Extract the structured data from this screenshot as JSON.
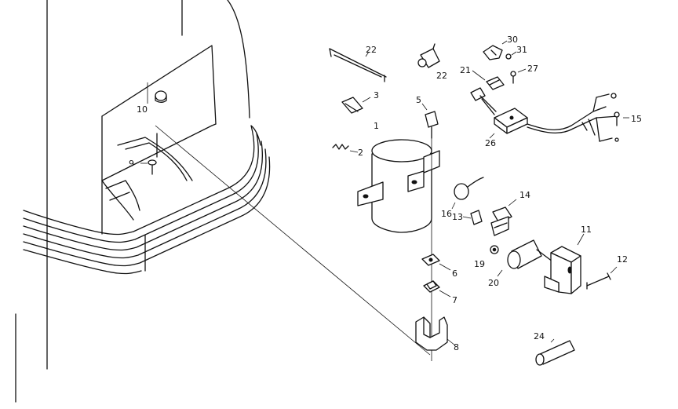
{
  "callouts": {
    "c1": "1",
    "c2": "2",
    "c3": "3",
    "c5": "5",
    "c6": "6",
    "c7": "7",
    "c8": "8",
    "c9": "9",
    "c10": "10",
    "c11": "11",
    "c12": "12",
    "c13": "13",
    "c14": "14",
    "c15": "15",
    "c16": "16",
    "c19": "19",
    "c20": "20",
    "c21": "21",
    "c22a": "22",
    "c22b": "22",
    "c24": "24",
    "c26": "26",
    "c27": "27",
    "c30": "30",
    "c31": "31"
  }
}
